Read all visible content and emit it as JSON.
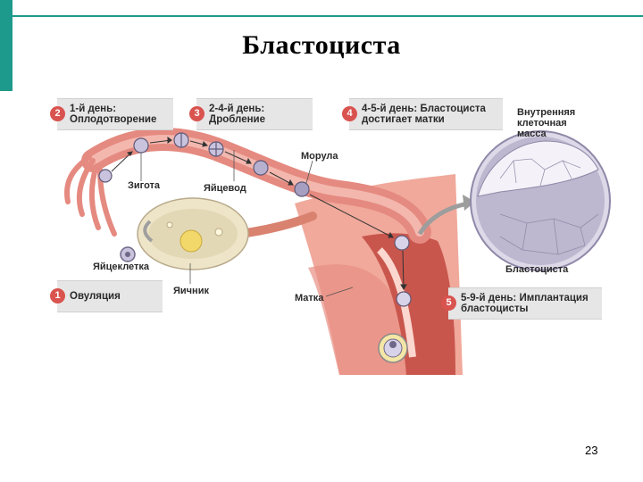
{
  "slide": {
    "title": "Бластоциста",
    "page_number": "23"
  },
  "colors": {
    "accent": "#1e9a8c",
    "badge": "#d9534f",
    "tube": "#e58a80",
    "tube_inner": "#f3b7ae",
    "uterus": "#f0a99b",
    "ovary": "#eee5c8",
    "blastocyst": "#bdb7cf"
  },
  "steps": [
    {
      "number": "1",
      "lines": [
        "Овуляция"
      ]
    },
    {
      "number": "2",
      "lines": [
        "1-й день:",
        "Оплодотворение"
      ]
    },
    {
      "number": "3",
      "lines": [
        "2-4-й день:",
        "Дробление"
      ]
    },
    {
      "number": "4",
      "lines": [
        "4-5-й день: Бластоциста",
        "достигает матки"
      ]
    },
    {
      "number": "5",
      "lines": [
        "5-9-й день: Имплантация",
        "бластоцисты"
      ]
    }
  ],
  "labels": {
    "zygote": "Зигота",
    "oviduct": "Яйцевод",
    "morula": "Морула",
    "egg_cell": "Яйцеклетка",
    "ovary": "Яичник",
    "uterus": "Матка",
    "inner_mass": [
      "Внутренняя",
      "клеточная",
      "масса"
    ],
    "blastocyst": "Бластоциста"
  }
}
